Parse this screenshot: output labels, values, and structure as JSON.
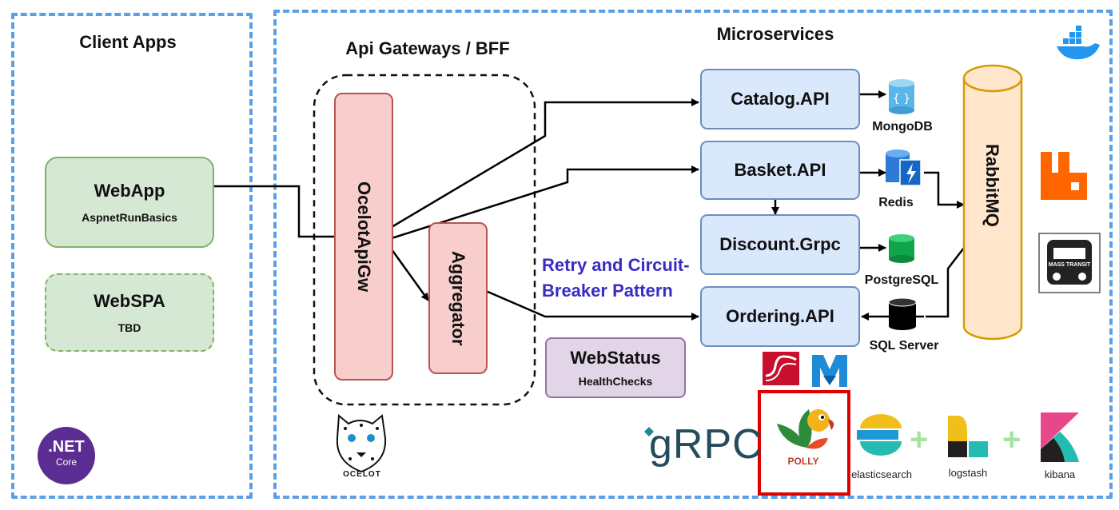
{
  "client_apps": {
    "title": "Client Apps",
    "webapp": {
      "name": "WebApp",
      "sub": "AspnetRunBasics"
    },
    "webspa": {
      "name": "WebSPA",
      "sub": "TBD"
    },
    "net_logo": {
      "line1": ".NET",
      "line2": "Core"
    }
  },
  "gateways": {
    "title": "Api Gateways / BFF",
    "ocelot": "OcelotApiGw",
    "aggregator": "Aggregator",
    "ocelot_logo_text": "OCELOT"
  },
  "microservices": {
    "title": "Microservices",
    "catalog": "Catalog.API",
    "basket": "Basket.API",
    "discount": "Discount.Grpc",
    "ordering": "Ordering.API",
    "databases": {
      "mongodb": "MongoDB",
      "redis": "Redis",
      "postgres": "PostgreSQL",
      "sqlserver": "SQL Server"
    },
    "rabbitmq": "RabbitMQ",
    "retry_line1": "Retry and Circuit-",
    "retry_line2": "Breaker Pattern",
    "webstatus": {
      "name": "WebStatus",
      "sub": "HealthChecks"
    }
  },
  "tech_logos": {
    "grpc": "gRPC",
    "polly": "POLLY",
    "elasticsearch": "elasticsearch",
    "logstash": "logstash",
    "kibana": "kibana",
    "plus": "+",
    "masstransit": "MASS TRANSIT"
  },
  "colors": {
    "region_border": "#5aa0e6",
    "green_fill": "#d5e8d4",
    "blue_fill": "#dae8fc",
    "red_fill": "#f8cecc",
    "purple_fill": "#e1d5e7",
    "rabbit_fill": "#ffe6cc",
    "retry_text": "#3a2bc5",
    "polly_border": "#e00000"
  }
}
